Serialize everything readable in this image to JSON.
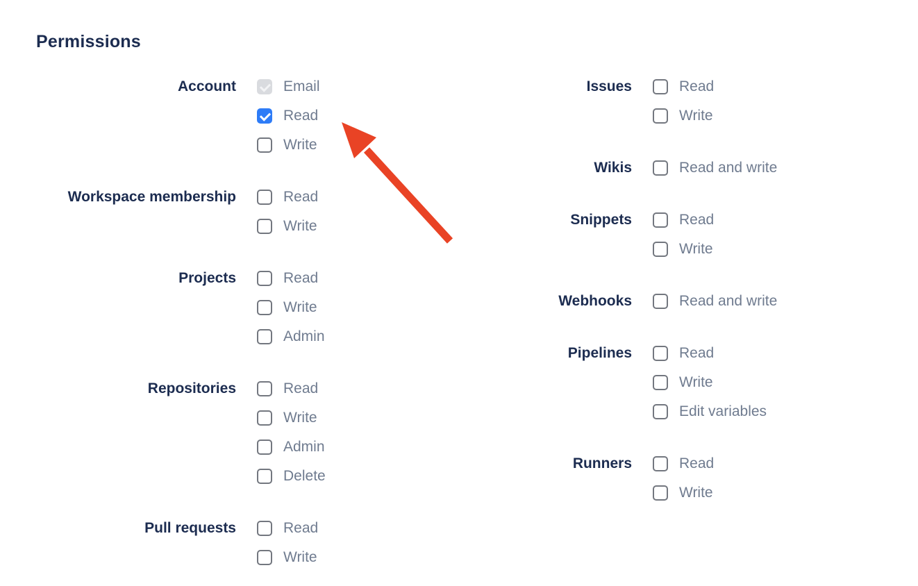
{
  "heading": "Permissions",
  "arrow": {
    "color": "#E94325",
    "points_at": "Account Read checkbox"
  },
  "colors": {
    "heading_text": "#1C2C50",
    "group_label_text": "#1C2C50",
    "option_label_text": "#6F7B8F",
    "checkbox_checked_bg": "#2E7CF7",
    "checkbox_disabled_bg": "#D9DBDF",
    "checkbox_border": "#73777F"
  },
  "columns": [
    {
      "groups": [
        {
          "label": "Account",
          "options": [
            {
              "label": "Email",
              "state": "disabled-checked"
            },
            {
              "label": "Read",
              "state": "checked"
            },
            {
              "label": "Write",
              "state": "unchecked"
            }
          ]
        },
        {
          "label": "Workspace membership",
          "options": [
            {
              "label": "Read",
              "state": "unchecked"
            },
            {
              "label": "Write",
              "state": "unchecked"
            }
          ]
        },
        {
          "label": "Projects",
          "options": [
            {
              "label": "Read",
              "state": "unchecked"
            },
            {
              "label": "Write",
              "state": "unchecked"
            },
            {
              "label": "Admin",
              "state": "unchecked"
            }
          ]
        },
        {
          "label": "Repositories",
          "options": [
            {
              "label": "Read",
              "state": "unchecked"
            },
            {
              "label": "Write",
              "state": "unchecked"
            },
            {
              "label": "Admin",
              "state": "unchecked"
            },
            {
              "label": "Delete",
              "state": "unchecked"
            }
          ]
        },
        {
          "label": "Pull requests",
          "options": [
            {
              "label": "Read",
              "state": "unchecked"
            },
            {
              "label": "Write",
              "state": "unchecked"
            }
          ]
        }
      ]
    },
    {
      "groups": [
        {
          "label": "Issues",
          "options": [
            {
              "label": "Read",
              "state": "unchecked"
            },
            {
              "label": "Write",
              "state": "unchecked"
            }
          ]
        },
        {
          "label": "Wikis",
          "options": [
            {
              "label": "Read and write",
              "state": "unchecked"
            }
          ]
        },
        {
          "label": "Snippets",
          "options": [
            {
              "label": "Read",
              "state": "unchecked"
            },
            {
              "label": "Write",
              "state": "unchecked"
            }
          ]
        },
        {
          "label": "Webhooks",
          "options": [
            {
              "label": "Read and write",
              "state": "unchecked"
            }
          ]
        },
        {
          "label": "Pipelines",
          "options": [
            {
              "label": "Read",
              "state": "unchecked"
            },
            {
              "label": "Write",
              "state": "unchecked"
            },
            {
              "label": "Edit variables",
              "state": "unchecked"
            }
          ]
        },
        {
          "label": "Runners",
          "options": [
            {
              "label": "Read",
              "state": "unchecked"
            },
            {
              "label": "Write",
              "state": "unchecked"
            }
          ]
        }
      ]
    }
  ]
}
